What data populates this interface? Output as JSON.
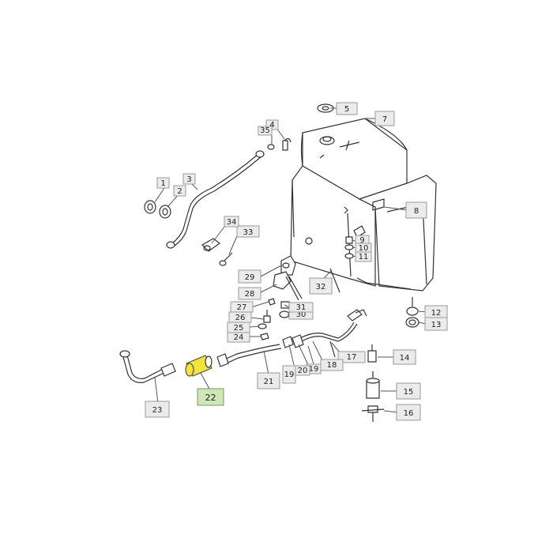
{
  "diagram": {
    "highlight_color": "#f3e43b",
    "highlight_box_color": "#cfe6b8",
    "callouts": [
      {
        "id": "1",
        "label": "1"
      },
      {
        "id": "2",
        "label": "2"
      },
      {
        "id": "3",
        "label": "3"
      },
      {
        "id": "4",
        "label": "4"
      },
      {
        "id": "5",
        "label": "5"
      },
      {
        "id": "7",
        "label": "7"
      },
      {
        "id": "8",
        "label": "8"
      },
      {
        "id": "9",
        "label": "9"
      },
      {
        "id": "10",
        "label": "10"
      },
      {
        "id": "11",
        "label": "11"
      },
      {
        "id": "12",
        "label": "12"
      },
      {
        "id": "13",
        "label": "13"
      },
      {
        "id": "14",
        "label": "14"
      },
      {
        "id": "15",
        "label": "15"
      },
      {
        "id": "16",
        "label": "16"
      },
      {
        "id": "17",
        "label": "17"
      },
      {
        "id": "18",
        "label": "18"
      },
      {
        "id": "19a",
        "label": "19"
      },
      {
        "id": "19b",
        "label": "19"
      },
      {
        "id": "20",
        "label": "20"
      },
      {
        "id": "21",
        "label": "21"
      },
      {
        "id": "22",
        "label": "22"
      },
      {
        "id": "23",
        "label": "23"
      },
      {
        "id": "24",
        "label": "24"
      },
      {
        "id": "25",
        "label": "25"
      },
      {
        "id": "26",
        "label": "26"
      },
      {
        "id": "27",
        "label": "27"
      },
      {
        "id": "28",
        "label": "28"
      },
      {
        "id": "29",
        "label": "29"
      },
      {
        "id": "30",
        "label": "30"
      },
      {
        "id": "31",
        "label": "31"
      },
      {
        "id": "32",
        "label": "32"
      },
      {
        "id": "33",
        "label": "33"
      },
      {
        "id": "34",
        "label": "34"
      },
      {
        "id": "35",
        "label": "35"
      }
    ]
  }
}
